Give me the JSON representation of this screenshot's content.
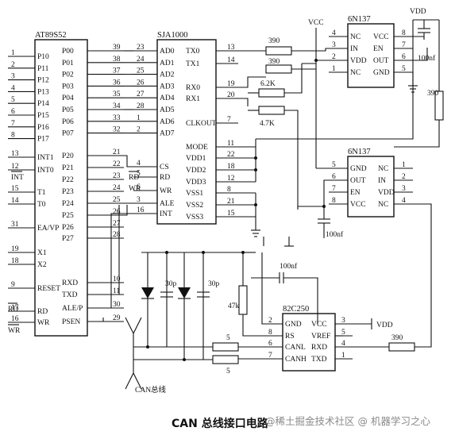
{
  "caption": "CAN 总线接口电路",
  "watermark": "@稀土掘金技术社区 @ 机器学习之心",
  "power_labels": {
    "vcc_top": "VCC",
    "vdd_top": "VDD",
    "vdd_bottom": "VDD"
  },
  "bus_label": "CAN总线",
  "mcu": {
    "name": "AT89S52",
    "left_pins": [
      {
        "num": "1",
        "label": "P10"
      },
      {
        "num": "2",
        "label": "P11"
      },
      {
        "num": "3",
        "label": "P12"
      },
      {
        "num": "4",
        "label": "P13"
      },
      {
        "num": "5",
        "label": "P14"
      },
      {
        "num": "6",
        "label": "P15"
      },
      {
        "num": "7",
        "label": "P16"
      },
      {
        "num": "8",
        "label": "P17"
      },
      {
        "num": "13",
        "label": "INT1"
      },
      {
        "num": "12",
        "label": "INT0"
      },
      {
        "num": "15",
        "label": "T1"
      },
      {
        "num": "14",
        "label": "T0"
      },
      {
        "num": "31",
        "label": "EA/VP"
      },
      {
        "num": "19",
        "label": "X1"
      },
      {
        "num": "18",
        "label": "X2"
      },
      {
        "num": "9",
        "label": "RESET"
      },
      {
        "num": "17",
        "label": "RD"
      },
      {
        "num": "16",
        "label": "WR"
      }
    ],
    "right_pins": [
      {
        "num": "39",
        "label": "P00"
      },
      {
        "num": "38",
        "label": "P01"
      },
      {
        "num": "37",
        "label": "P02"
      },
      {
        "num": "36",
        "label": "P03"
      },
      {
        "num": "35",
        "label": "P04"
      },
      {
        "num": "34",
        "label": "P05"
      },
      {
        "num": "33",
        "label": "P06"
      },
      {
        "num": "32",
        "label": "P07"
      },
      {
        "num": "21",
        "label": "P20"
      },
      {
        "num": "22",
        "label": "P21"
      },
      {
        "num": "23",
        "label": "P22"
      },
      {
        "num": "24",
        "label": "P23"
      },
      {
        "num": "25",
        "label": "P24"
      },
      {
        "num": "26",
        "label": "P25"
      },
      {
        "num": "27",
        "label": "P26"
      },
      {
        "num": "28",
        "label": "P27"
      },
      {
        "num": "10",
        "label": "RXD"
      },
      {
        "num": "11",
        "label": "TXD"
      },
      {
        "num": "30",
        "label": "ALE/P"
      },
      {
        "num": "29",
        "label": "PSEN"
      }
    ],
    "outside_labels": {
      "int": "INT",
      "rd": "RD",
      "wr": "WR"
    }
  },
  "sja": {
    "name": "SJA1000",
    "left_pins": [
      {
        "num": "23",
        "label": "AD0"
      },
      {
        "num": "24",
        "label": "AD1"
      },
      {
        "num": "25",
        "label": "AD2"
      },
      {
        "num": "26",
        "label": "AD3"
      },
      {
        "num": "27",
        "label": "AD4"
      },
      {
        "num": "28",
        "label": "AD5"
      },
      {
        "num": "1",
        "label": "AD6"
      },
      {
        "num": "2",
        "label": "AD7"
      },
      {
        "num": "4",
        "label": "CS"
      },
      {
        "num": "5",
        "label": "RD"
      },
      {
        "num": "6",
        "label": "WR"
      },
      {
        "num": "3",
        "label": "ALE"
      },
      {
        "num": "16",
        "label": "INT"
      }
    ],
    "right_pins": [
      {
        "num": "13",
        "label": "TX0"
      },
      {
        "num": "14",
        "label": "TX1"
      },
      {
        "num": "19",
        "label": "RX0"
      },
      {
        "num": "20",
        "label": "RX1"
      },
      {
        "num": "7",
        "label": "CLKOUT"
      },
      {
        "num": "11",
        "label": "MODE"
      },
      {
        "num": "22",
        "label": "VDD1"
      },
      {
        "num": "18",
        "label": "VDD2"
      },
      {
        "num": "12",
        "label": "VDD3"
      },
      {
        "num": "8",
        "label": "VSS1"
      },
      {
        "num": "21",
        "label": "VSS2"
      },
      {
        "num": "15",
        "label": "VSS3"
      }
    ],
    "outside_labels": {
      "rd": "RD",
      "wr": "WR"
    }
  },
  "opto1": {
    "name": "6N137",
    "left_pins": [
      {
        "num": "4",
        "label": "NC"
      },
      {
        "num": "3",
        "label": "IN"
      },
      {
        "num": "2",
        "label": "VDD"
      },
      {
        "num": "1",
        "label": "NC"
      }
    ],
    "right_pins": [
      {
        "num": "8",
        "label": "VCC"
      },
      {
        "num": "7",
        "label": "EN"
      },
      {
        "num": "6",
        "label": "OUT"
      },
      {
        "num": "5",
        "label": "GND"
      }
    ]
  },
  "opto2": {
    "name": "6N137",
    "left_pins": [
      {
        "num": "5",
        "label": "GND"
      },
      {
        "num": "6",
        "label": "OUT"
      },
      {
        "num": "7",
        "label": "EN"
      },
      {
        "num": "8",
        "label": "VCC"
      }
    ],
    "right_pins": [
      {
        "num": "1",
        "label": "NC"
      },
      {
        "num": "2",
        "label": "IN"
      },
      {
        "num": "3",
        "label": "VDD"
      },
      {
        "num": "4",
        "label": "NC"
      }
    ]
  },
  "transceiver": {
    "name": "82C250",
    "left_pins": [
      {
        "num": "2",
        "label": "GND"
      },
      {
        "num": "8",
        "label": "RS"
      },
      {
        "num": "6",
        "label": "CANL"
      },
      {
        "num": "7",
        "label": "CANH"
      }
    ],
    "right_pins": [
      {
        "num": "3",
        "label": "VCC"
      },
      {
        "num": "5",
        "label": "VREF"
      },
      {
        "num": "4",
        "label": "RXD"
      },
      {
        "num": "1",
        "label": "TXD"
      }
    ]
  },
  "components": {
    "r_tx": "390",
    "r_rx": "390",
    "r_62k": "6.2K",
    "r_47k": "4.7K",
    "r_vdd": "390",
    "r_rxd": "390",
    "r_canl": "5",
    "r_canh": "5",
    "r_rs": "47k",
    "c_top": "100nf",
    "c_mid": "100nf",
    "c_bot": "100nf",
    "c_30p_a": "30p",
    "c_30p_b": "30p"
  }
}
